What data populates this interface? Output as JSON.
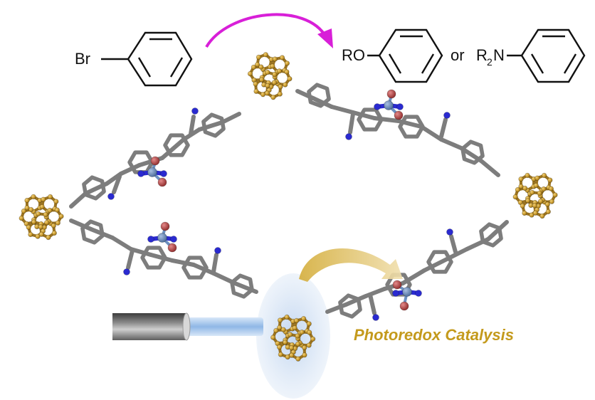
{
  "reaction": {
    "reactant_label": "Br",
    "product1_label": "RO",
    "connector": "or",
    "product2_prefix": "R",
    "product2_sub": "2",
    "product2_suffix": "N"
  },
  "caption": "Photoredox Catalysis",
  "colors": {
    "reaction_arrow": "#d81fd8",
    "energy_arrow": "#e2c46c",
    "pyrene": "#c79b32",
    "pyrene_dark": "#9c7420",
    "carbon": "#7d7d7d",
    "nitrogen": "#2a2ad0",
    "oxygen": "#c24040",
    "boron": "#6d90c0",
    "light_beam": "#a9c8ee",
    "caption": "#c49a1c"
  }
}
